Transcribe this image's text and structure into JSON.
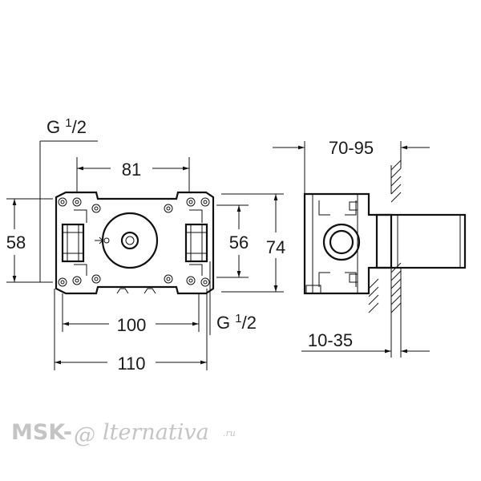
{
  "front_view": {
    "dim_top_width": "81",
    "dim_outer_height": "58",
    "dim_inner_height": "56",
    "dim_mount_width": "100",
    "dim_total_width": "110",
    "thread_top": {
      "base": "G ",
      "sup": "1",
      "rest": "/2"
    },
    "thread_bottom": {
      "base": "G ",
      "sup": "1",
      "rest": "/2"
    }
  },
  "side_view": {
    "dim_height": "74",
    "dim_depth_range": "70-95",
    "dim_wall_range": "10-35"
  },
  "watermark": {
    "left": "MSK-",
    "at": "@",
    "right": "lternativa",
    "suffix": ".ru"
  }
}
